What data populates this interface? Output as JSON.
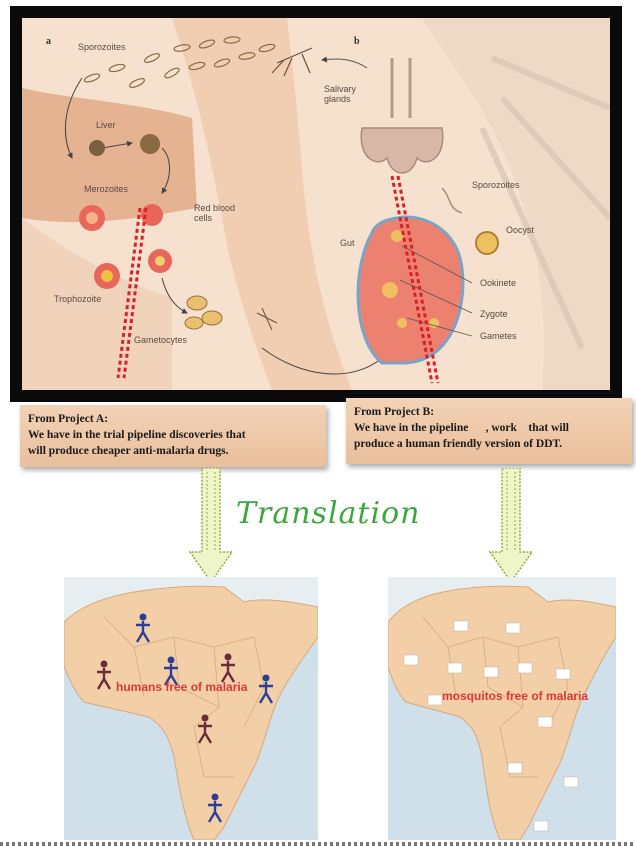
{
  "diagram": {
    "panel_a_letter": "a",
    "panel_b_letter": "b",
    "labels_a": {
      "sporozoites": "Sporozoites",
      "liver": "Liver",
      "merozoites": "Merozoites",
      "red_blood_cells": "Red blood cells",
      "trophozoite": "Trophozoite",
      "gametocytes": "Gametocytes"
    },
    "labels_b": {
      "salivary_glands": "Salivary glands",
      "sporozoites": "Sporozoites",
      "gut": "Gut",
      "oocyst": "Oocyst",
      "ookinete": "Ookinete",
      "zygote": "Zygote",
      "gametes": "Gametes"
    }
  },
  "project_a": {
    "title": "From Project A:",
    "line1": "We have in the trial pipeline discoveries that",
    "line2": "will produce cheaper anti-malaria drugs."
  },
  "project_b": {
    "title": "From Project B:",
    "line1": "We have in the pipeline      , work    that will",
    "line2": "produce a human friendly version of DDT."
  },
  "translation": "Translation",
  "map_a": {
    "caption": "humans free of malaria"
  },
  "map_b": {
    "caption": "mosquitos free of malaria"
  },
  "colors": {
    "arrow_red": "#d8202a",
    "translation_green": "#3ca83c",
    "caption_red": "#e0363a",
    "africa": "#f3cfa8",
    "ocean": "#cfe0ea"
  }
}
